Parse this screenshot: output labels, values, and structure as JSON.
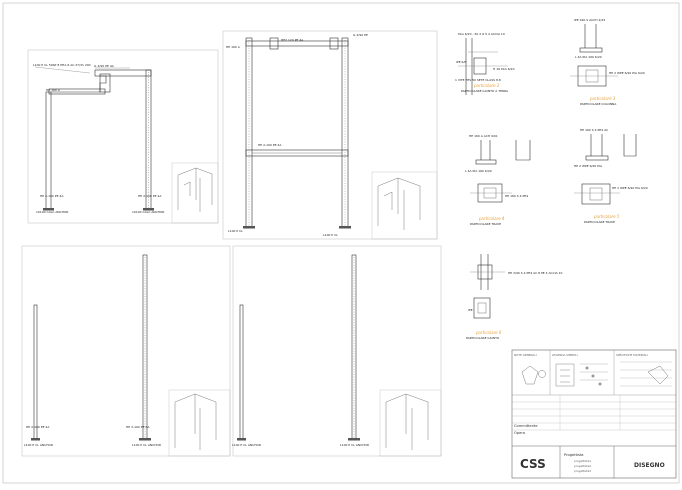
{
  "drawing": {
    "title_block": {
      "firm": "CSS",
      "progettista_label": "Progettista",
      "designers": [
        "progettista1",
        "progettista2",
        "progettista3"
      ],
      "disegno_label": "DISEGNO",
      "committente": "Committente",
      "opera": "Opera",
      "notes_header": "NOTE GENERALI"
    },
    "details": [
      {
        "id": "d1",
        "label": "particolare 2"
      },
      {
        "id": "d2",
        "label": "particolare 3"
      },
      {
        "id": "d3",
        "label": "particolare 4"
      },
      {
        "id": "d4",
        "label": "particolare 5"
      },
      {
        "id": "d5",
        "label": "particolare 6"
      }
    ],
    "colors": {
      "ink": "#333333",
      "accent": "#e8a23a",
      "frame": "#bbbbbb"
    }
  }
}
